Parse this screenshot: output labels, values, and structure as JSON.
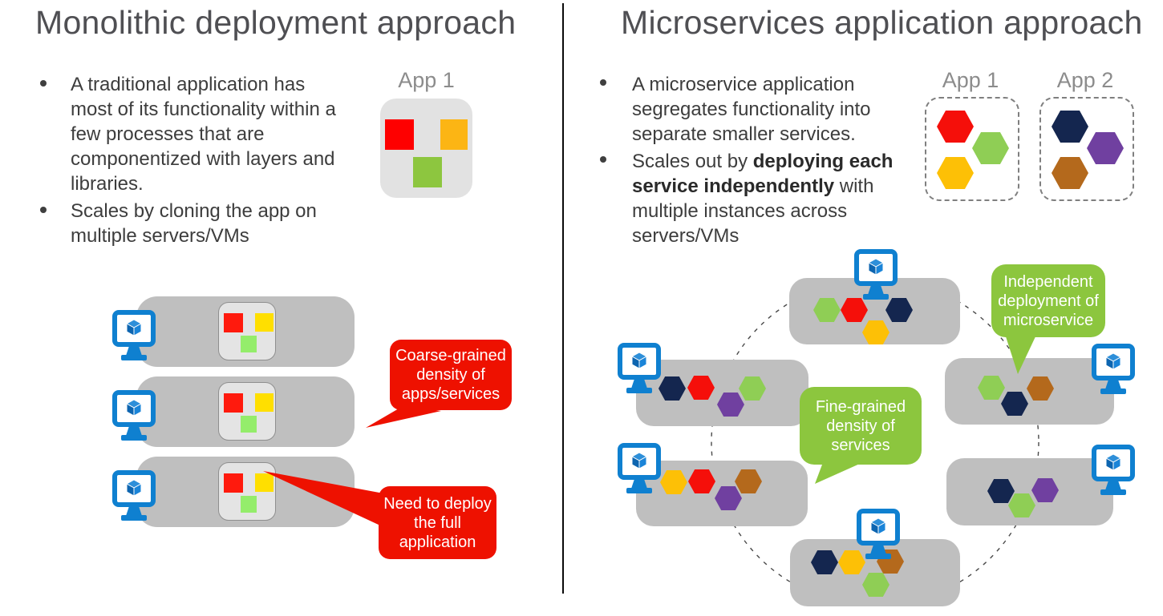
{
  "left": {
    "title": "Monolithic deployment approach",
    "bullets": [
      {
        "lines": [
          "A traditional application has",
          "most of its functionality within a",
          "few processes that are",
          "componentized with layers and",
          "libraries."
        ]
      },
      {
        "lines": [
          "Scales by cloning the app on",
          "multiple servers/VMs"
        ]
      }
    ],
    "app_figure": {
      "label": "App 1",
      "components": [
        "red-square",
        "orange-square",
        "green-square"
      ]
    },
    "servers": [
      {
        "label": "server-vm-1",
        "deployed": "full App 1 clone",
        "components": [
          "red",
          "yellow",
          "green"
        ]
      },
      {
        "label": "server-vm-2",
        "deployed": "full App 1 clone",
        "components": [
          "red",
          "yellow",
          "green"
        ]
      },
      {
        "label": "server-vm-3",
        "deployed": "full App 1 clone",
        "components": [
          "red",
          "yellow",
          "green"
        ]
      }
    ],
    "callouts": {
      "coarse": {
        "lines": [
          "Coarse-grained",
          "density of",
          "apps/services"
        ]
      },
      "deploy": {
        "lines": [
          "Need to deploy",
          "the full",
          "application"
        ]
      }
    }
  },
  "right": {
    "title": "Microservices application approach",
    "bullets": {
      "first": {
        "lines": [
          "A microservice application",
          "segregates functionality into",
          "separate smaller services."
        ]
      },
      "second": {
        "parts": {
          "p1": "Scales out by ",
          "p2": "deploying each",
          "p3": "service independently",
          "p4": " with",
          "p5": "multiple instances across",
          "p6": "servers/VMs"
        }
      }
    },
    "app_figures": [
      {
        "label": "App 1",
        "services": [
          "red-hexagon",
          "green-hexagon",
          "yellow-hexagon"
        ]
      },
      {
        "label": "App 2",
        "services": [
          "navy-hexagon",
          "purple-hexagon",
          "brown-hexagon"
        ]
      }
    ],
    "servers": [
      {
        "position": "top-center",
        "services": [
          "green",
          "red",
          "navy",
          "yellow"
        ]
      },
      {
        "position": "upper-left",
        "services": [
          "navy",
          "red",
          "purple",
          "green"
        ]
      },
      {
        "position": "upper-right",
        "services": [
          "green",
          "navy",
          "brown"
        ]
      },
      {
        "position": "mid-left",
        "services": [
          "yellow",
          "red",
          "purple",
          "brown"
        ]
      },
      {
        "position": "mid-right",
        "services": [
          "navy",
          "green",
          "purple"
        ]
      },
      {
        "position": "bottom-center",
        "services": [
          "navy",
          "yellow",
          "brown",
          "green"
        ]
      }
    ],
    "callouts": {
      "fine": {
        "lines": [
          "Fine-grained",
          "density of",
          "services"
        ]
      },
      "independent": {
        "lines": [
          "Independent",
          "deployment of",
          "microservice"
        ]
      }
    }
  },
  "icons": {
    "server": "azure-vm-monitor-cube-icon"
  },
  "palette": {
    "red": "#f50f0a",
    "yellow": "#fdc006",
    "green": "#8fce55",
    "navy": "#14264f",
    "purple": "#7040a0",
    "brown": "#b4691c",
    "sqRed": "#fe0000",
    "sqOrange": "#fcb514",
    "sqGreen": "#8dc63f",
    "miniRed": "#ff1a0d",
    "miniYellow": "#ffdf00",
    "miniGreen": "#94ed6b",
    "calloutRed": "#ee1100",
    "calloutGreen": "#8cc63e",
    "serverGray": "#bfbfbf",
    "appGray": "#e2e2e2",
    "miniGray": "#e4e4e4",
    "monitorBlue": "#0f80d0",
    "cubeTop": "#2e8fd9",
    "cubeLeft": "#0d65b0",
    "cubeRight": "#1a84d8"
  }
}
